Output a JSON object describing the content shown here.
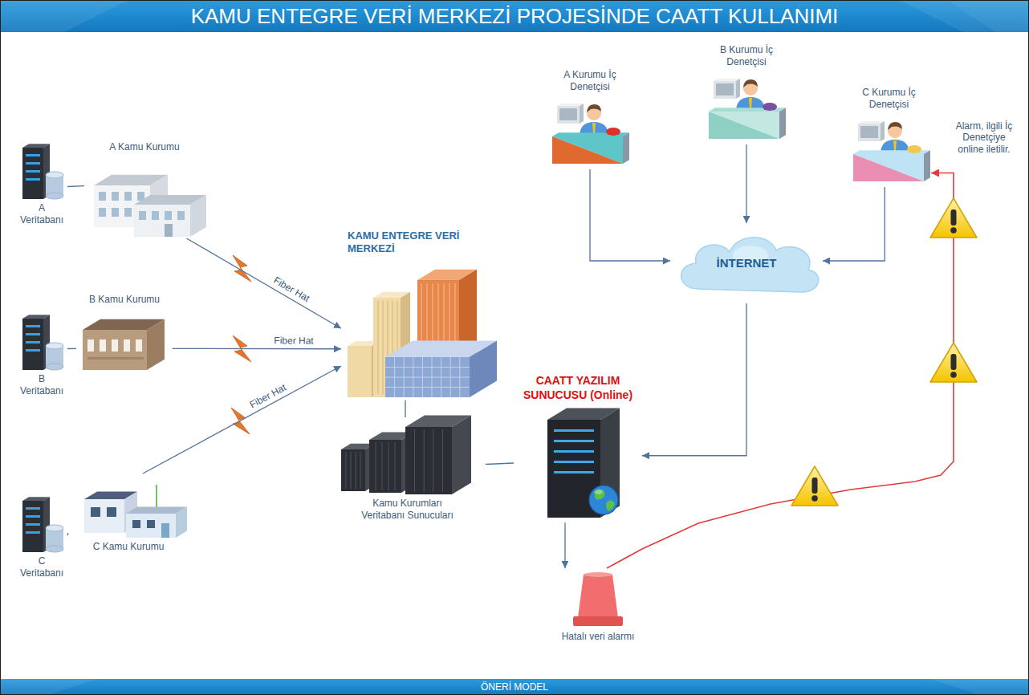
{
  "diagram": {
    "title": "KAMU ENTEGRE VERİ MERKEZİ PROJESİNDE CAATT KULLANIMI",
    "caption": "ÖNERİ MODEL",
    "nodes": [
      {
        "text": [
          "A Veritabanı"
        ]
      },
      {
        "text": [
          "A Kamu Kurumu"
        ]
      },
      {
        "text": [
          "B Kamu Kurumu"
        ]
      },
      {
        "text": [
          "B Veritabanı"
        ]
      },
      {
        "text": [
          "C Kamu Kurumu"
        ]
      },
      {
        "text": [
          "C Veritabanı"
        ]
      },
      {
        "text": [
          "KAMU ENTEGRE VERİ MERKEZİ"
        ]
      },
      {
        "text": [
          "Kamu Kurumları Veritabanı Sunucuları"
        ]
      },
      {
        "text": [
          "CAATT YAZILIM SUNUCUSU (Online)"
        ]
      },
      {
        "text": [
          "Hatalı veri alarmı"
        ]
      },
      {
        "text": [
          "A Kurumu İç Denetçisi"
        ]
      },
      {
        "text": [
          "B Kurumu İç Denetçisi"
        ]
      },
      {
        "text": [
          "C Kurumu İç Denetçisi"
        ]
      },
      {
        "text": [
          "İNTERNET"
        ]
      }
    ],
    "edges": [
      {
        "from": 0,
        "to": 1,
        "arrow": "none"
      },
      {
        "from": 1,
        "to": 6,
        "label": "Fiber Hat",
        "arrow": "to"
      },
      {
        "from": 3,
        "to": 2,
        "arrow": "none"
      },
      {
        "from": 2,
        "to": 6,
        "label": "Fiber Hat",
        "arrow": "to"
      },
      {
        "from": 5,
        "to": 4,
        "arrow": "none"
      },
      {
        "from": 4,
        "to": 6,
        "label": "Fiber Hat",
        "arrow": "to"
      },
      {
        "from": 6,
        "to": 7,
        "arrow": "none"
      },
      {
        "from": 7,
        "to": 8,
        "arrow": "none"
      },
      {
        "from": 10,
        "to": 13,
        "arrow": "to"
      },
      {
        "from": 11,
        "to": 13,
        "arrow": "to"
      },
      {
        "from": 12,
        "to": 13,
        "arrow": "to"
      },
      {
        "from": 13,
        "to": 8,
        "arrow": "to"
      },
      {
        "from": 8,
        "to": 9,
        "arrow": "to"
      },
      {
        "from": 9,
        "to": 12,
        "arrow": "to"
      }
    ],
    "labels": [
      "Alarm, ilgili İç Denetçiye online iletilir."
    ]
  }
}
